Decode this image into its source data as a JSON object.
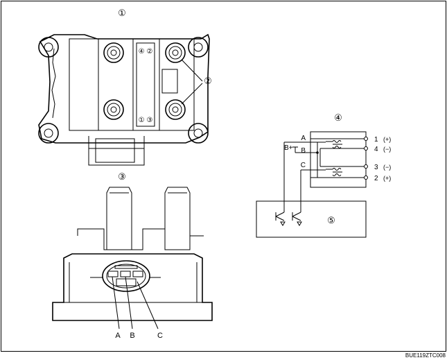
{
  "figure": {
    "callouts": {
      "c1": "①",
      "c2": "②",
      "c3": "③",
      "c4": "④",
      "c5": "⑤"
    },
    "coil_top_marks": {
      "upper": "④ ②",
      "lower": "① ③"
    },
    "connector_labels": [
      "A",
      "B",
      "C"
    ],
    "circuit": {
      "supply": "B+",
      "inputs": [
        "A",
        "B",
        "C"
      ],
      "outputs": [
        {
          "num": "1",
          "sign": "(+)"
        },
        {
          "num": "4",
          "sign": "(−)"
        },
        {
          "num": "3",
          "sign": "(−)"
        },
        {
          "num": "2",
          "sign": "(+)"
        }
      ]
    },
    "code": "BUE119ZTC008"
  }
}
